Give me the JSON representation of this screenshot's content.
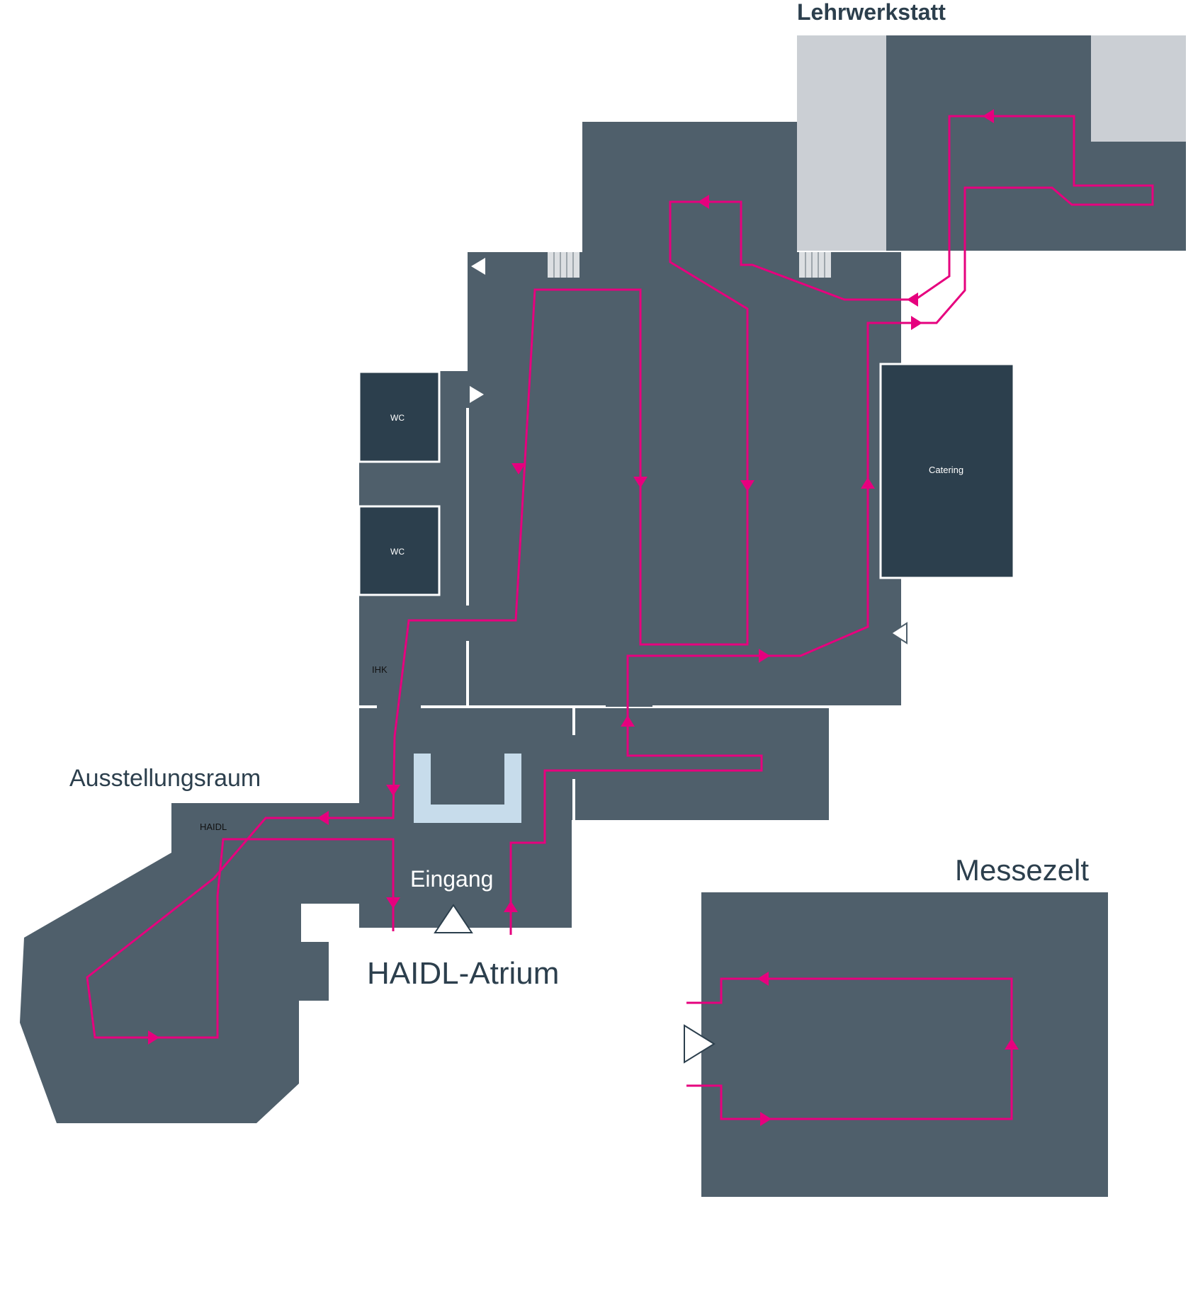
{
  "colors": {
    "room": "#4f5f6b",
    "room_dark": "#2c3f4d",
    "room_light": "#cbcfd4",
    "route": "#e6007e",
    "basin": "#c7dceb",
    "label": "#2c3f4d"
  },
  "labels": {
    "lehrwerkstatt": "Lehrwerkstatt",
    "ausstellungsraum": "Ausstellungsraum",
    "haidl_small": "HAIDL",
    "eingang": "Eingang",
    "haidl_atrium": "HAIDL-Atrium",
    "messezelt": "Messezelt",
    "wc_1": "WC",
    "wc_2": "WC",
    "ihk": "IHK",
    "catering": "Catering"
  },
  "icons": {
    "entrance": "entrance-triangle-icon",
    "direction": "direction-triangle-icon",
    "stairs": "stairs-icon",
    "route_arrow": "route-arrow-icon"
  }
}
